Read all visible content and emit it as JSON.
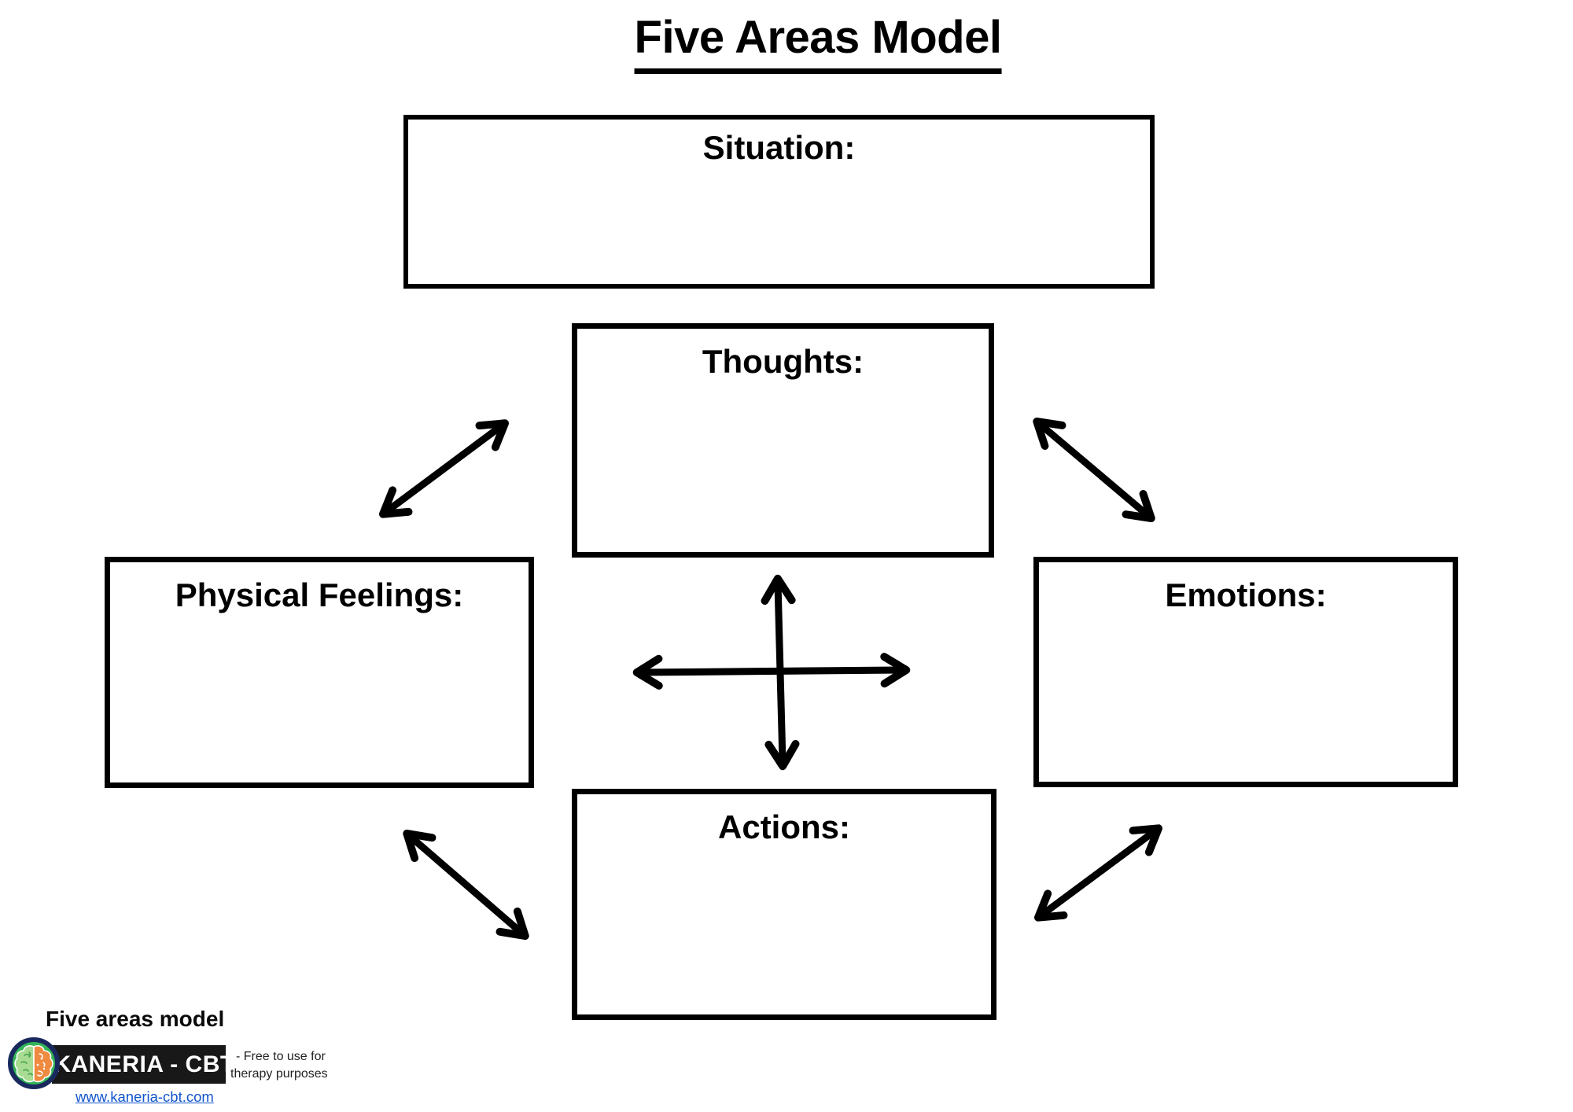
{
  "title": "Five Areas Model",
  "boxes": {
    "situation": {
      "label": "Situation:"
    },
    "thoughts": {
      "label": "Thoughts:"
    },
    "physical_feelings": {
      "label": "Physical Feelings:"
    },
    "emotions": {
      "label": "Emotions:"
    },
    "actions": {
      "label": "Actions:"
    }
  },
  "footer": {
    "caption": "Five areas model",
    "brand_name": "KANERIA - CBT",
    "license_note_line1": "- Free to use for",
    "license_note_line2": "therapy purposes",
    "website": "www.kaneria-cbt.com",
    "logo_icon": "brain-icon"
  },
  "colors": {
    "ink": "#000000",
    "link_blue": "#1155cc",
    "banner_black": "#181818",
    "logo_ring_navy": "#19295e",
    "logo_disc_green": "#33b457",
    "brain_left_green": "#a8dc92",
    "brain_right_orange": "#ef8a41"
  }
}
